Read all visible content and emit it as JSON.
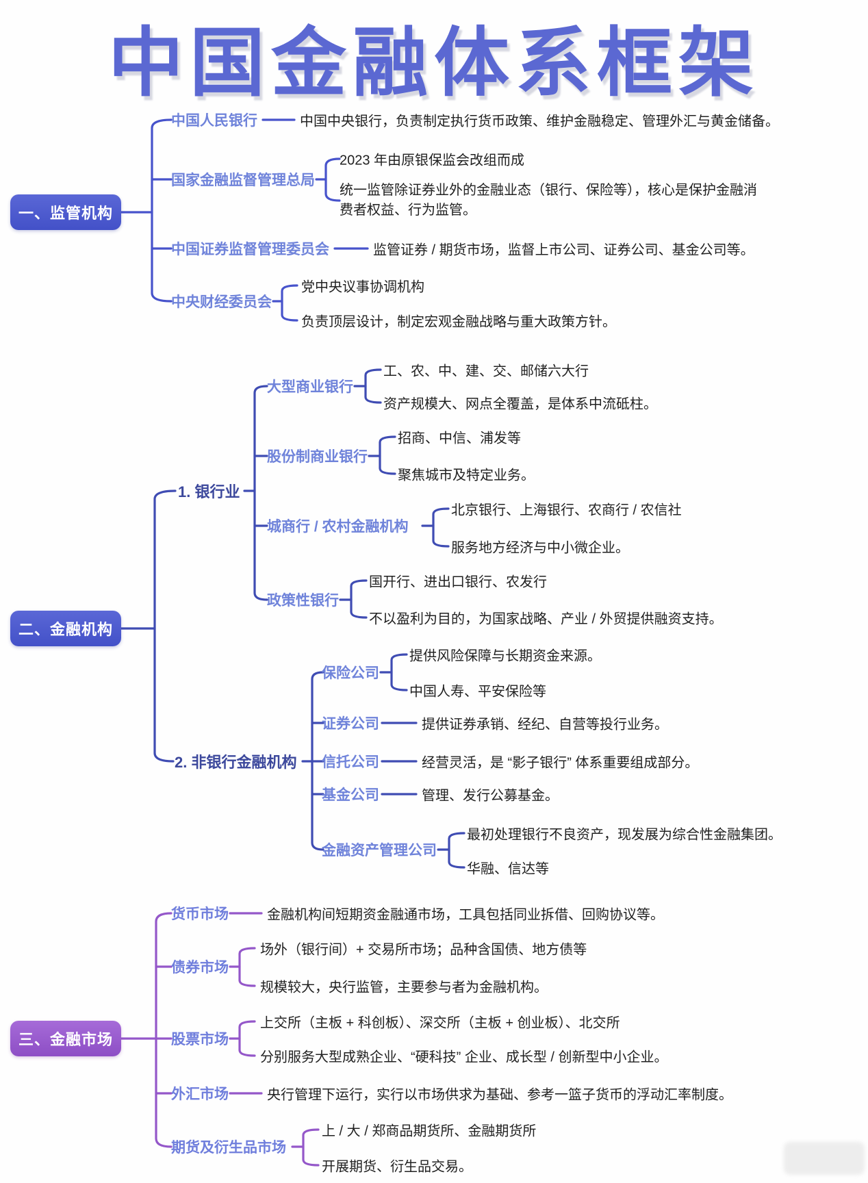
{
  "title": "中国金融体系框架",
  "colors": {
    "title_blue": "#5b68d2",
    "section_box_blue": "#4c59ce",
    "section_box_purple": "#9a5ecf",
    "connector_blue": "#4753cb",
    "connector_indigo": "#3f4cb3",
    "connector_purple": "#9457c9",
    "branch_label_blue": "#6f83da",
    "group_label_indigo": "#3c489c",
    "note_text": "#212121"
  },
  "sections": [
    {
      "label": "一、监管机构",
      "branches": [
        {
          "label": "中国人民银行",
          "notes": [
            "中国中央银行，负责制定执行货币政策、维护金融稳定、管理外汇与黄金储备。"
          ]
        },
        {
          "label": "国家金融监督管理总局",
          "notes": [
            "2023 年由原银保监会改组而成",
            "统一监管除证券业外的金融业态（银行、保险等），核心是保护金融消费者权益、行为监管。"
          ]
        },
        {
          "label": "中国证券监督管理委员会",
          "notes": [
            "监管证券 / 期货市场，监督上市公司、证券公司、基金公司等。"
          ]
        },
        {
          "label": "中央财经委员会",
          "notes": [
            "党中央议事协调机构",
            "负责顶层设计，制定宏观金融战略与重大政策方针。"
          ]
        }
      ]
    },
    {
      "label": "二、金融机构",
      "groups": [
        {
          "label": "1. 银行业",
          "branches": [
            {
              "label": "大型商业银行",
              "notes": [
                "工、农、中、建、交、邮储六大行",
                "资产规模大、网点全覆盖，是体系中流砥柱。"
              ]
            },
            {
              "label": "股份制商业银行",
              "notes": [
                "招商、中信、浦发等",
                "聚焦城市及特定业务。"
              ]
            },
            {
              "label": "城商行 / 农村金融机构",
              "notes": [
                "北京银行、上海银行、农商行 / 农信社",
                "服务地方经济与中小微企业。"
              ]
            },
            {
              "label": "政策性银行",
              "notes": [
                "国开行、进出口银行、农发行",
                "不以盈利为目的，为国家战略、产业 / 外贸提供融资支持。"
              ]
            }
          ]
        },
        {
          "label": "2. 非银行金融机构",
          "branches": [
            {
              "label": "保险公司",
              "notes": [
                "提供风险保障与长期资金来源。",
                "中国人寿、平安保险等"
              ]
            },
            {
              "label": "证券公司",
              "notes": [
                "提供证券承销、经纪、自营等投行业务。"
              ]
            },
            {
              "label": "信托公司",
              "notes": [
                "经营灵活，是 “影子银行” 体系重要组成部分。"
              ]
            },
            {
              "label": "基金公司",
              "notes": [
                "管理、发行公募基金。"
              ]
            },
            {
              "label": "金融资产管理公司",
              "notes": [
                "最初处理银行不良资产，现发展为综合性金融集团。",
                "华融、信达等"
              ]
            }
          ]
        }
      ]
    },
    {
      "label": "三、金融市场",
      "branches": [
        {
          "label": "货币市场",
          "notes": [
            "金融机构间短期资金融通市场，工具包括同业拆借、回购协议等。"
          ]
        },
        {
          "label": "债券市场",
          "notes": [
            "场外（银行间）+ 交易所市场；品种含国债、地方债等",
            "规模较大，央行监管，主要参与者为金融机构。"
          ]
        },
        {
          "label": "股票市场",
          "notes": [
            "上交所（主板 + 科创板）、深交所（主板 + 创业板）、北交所",
            "分别服务大型成熟企业、“硬科技” 企业、成长型 / 创新型中小企业。"
          ]
        },
        {
          "label": "外汇市场",
          "notes": [
            "央行管理下运行，实行以市场供求为基础、参考一篮子货币的浮动汇率制度。"
          ]
        },
        {
          "label": "期货及衍生品市场",
          "notes": [
            "上 / 大 / 郑商品期货所、金融期货所",
            "开展期货、衍生品交易。"
          ]
        }
      ]
    }
  ]
}
